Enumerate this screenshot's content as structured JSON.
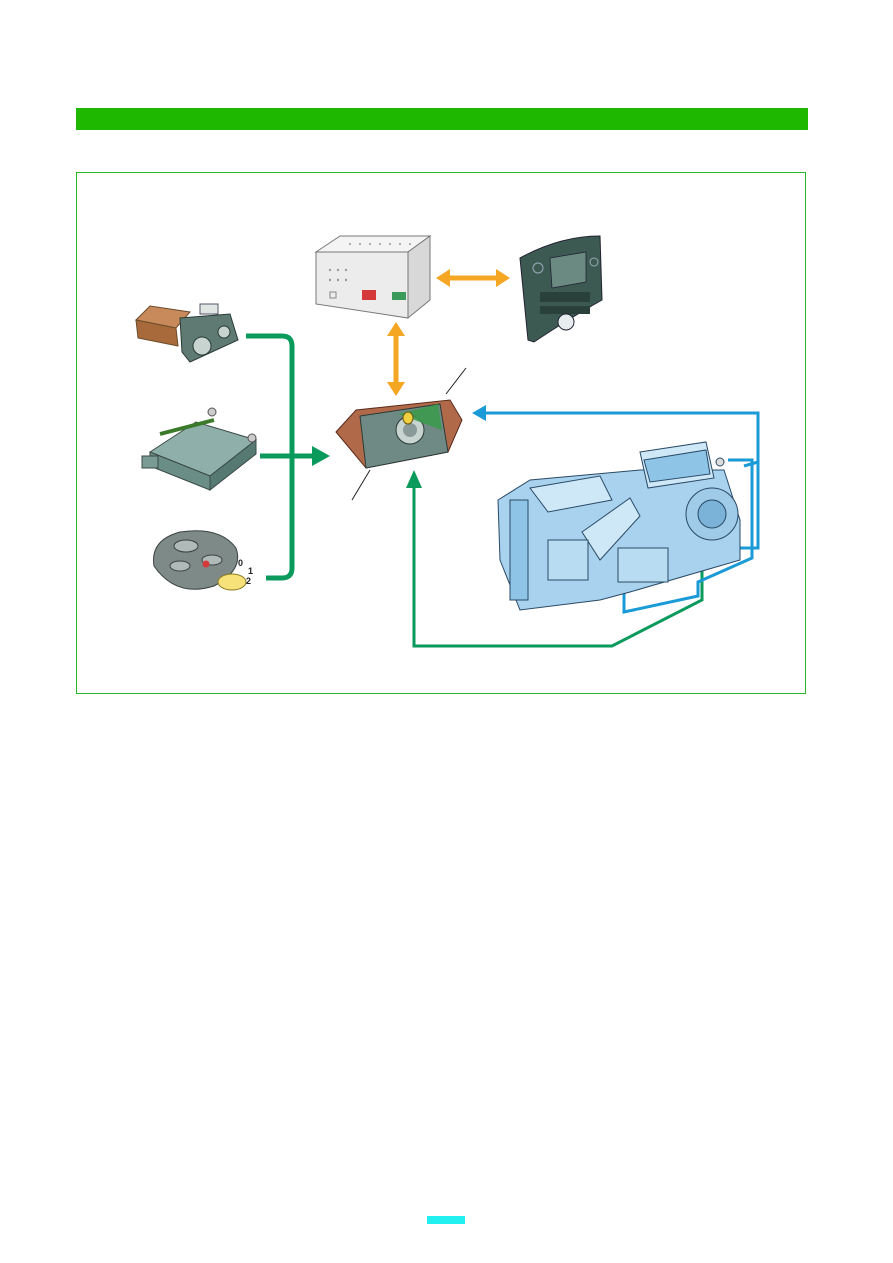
{
  "colors": {
    "header_bar": "#1fb800",
    "frame_border": "#2bb52b",
    "signal_green": "#0a9a5c",
    "data_orange": "#f5a623",
    "output_blue": "#1a9ad6",
    "page_tab": "#22f0f0"
  },
  "ignition_key": {
    "pos_0": "0",
    "pos_1": "1",
    "pos_2": "2"
  },
  "icons": {
    "light_switch": "light-switch-icon",
    "sensor": "sensor-module-icon",
    "ignition": "ignition-switch-icon",
    "control_unit": "climate-control-unit-icon",
    "radio_box": "radio-unit-icon",
    "display_panel": "display-panel-icon",
    "hvac": "hvac-unit-icon"
  }
}
